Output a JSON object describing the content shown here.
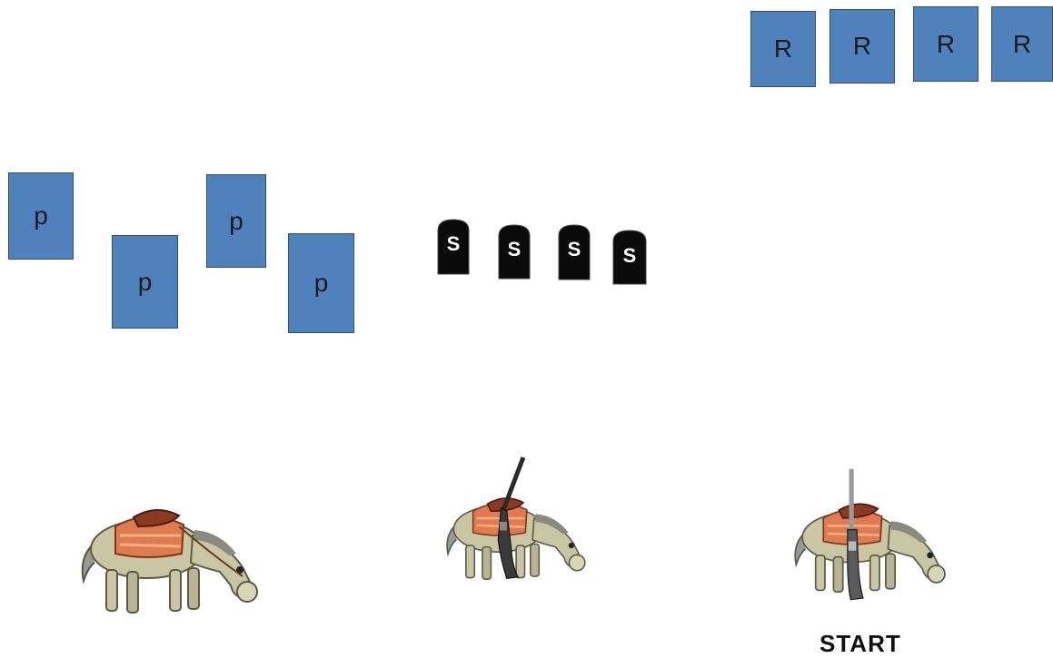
{
  "colors": {
    "card_fill": "#4f81bd",
    "card_border": "#2f4f73",
    "tomb_fill": "#0a0a0a",
    "horse_body": "#c9c6a3",
    "saddle": "#8a3a22",
    "blanket": "#e07a4f",
    "rifle": "#3a3a3a"
  },
  "r_cards": [
    {
      "label": "R"
    },
    {
      "label": "R"
    },
    {
      "label": "R"
    },
    {
      "label": "R"
    }
  ],
  "p_cards": [
    {
      "label": "p"
    },
    {
      "label": "p"
    },
    {
      "label": "p"
    },
    {
      "label": "p"
    }
  ],
  "s_tokens": [
    {
      "label": "S"
    },
    {
      "label": "S"
    },
    {
      "label": "S"
    },
    {
      "label": "S"
    }
  ],
  "horses": [
    {
      "name": "horse",
      "rifle": false
    },
    {
      "name": "horse",
      "rifle": true
    },
    {
      "name": "horse",
      "rifle": true
    }
  ],
  "start_label": "START"
}
